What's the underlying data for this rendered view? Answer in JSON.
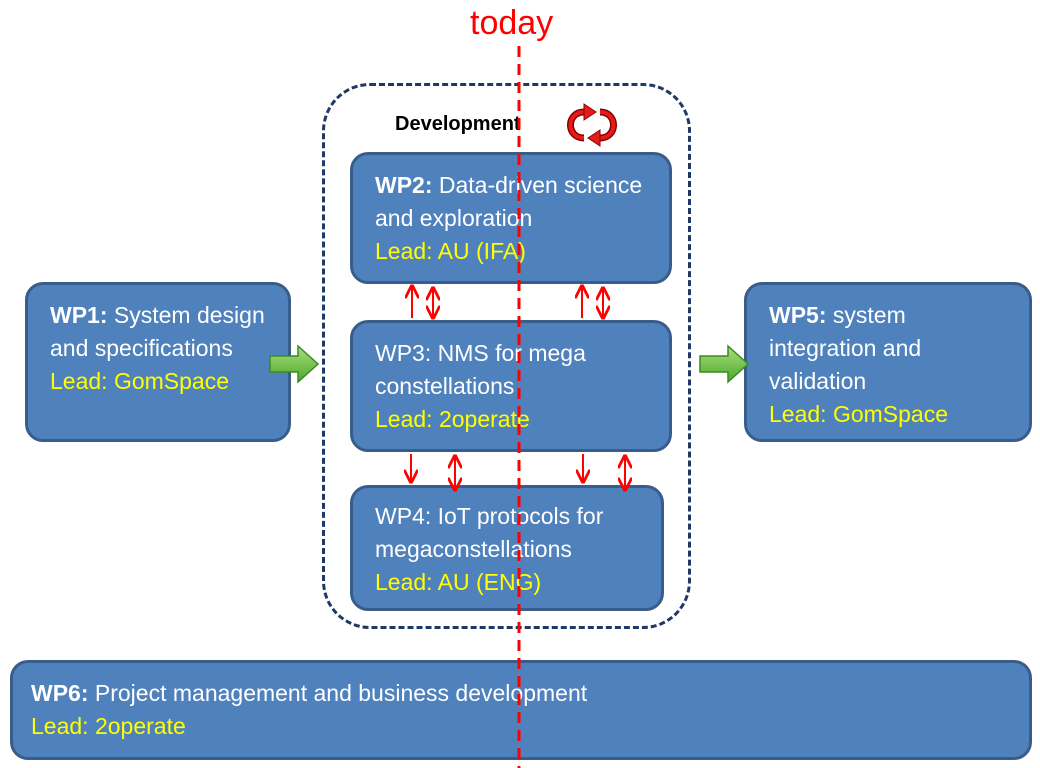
{
  "today": "today",
  "development": "Development",
  "wp1": {
    "code": "WP1:",
    "title": "System design and specifications",
    "lead": "Lead: GomSpace"
  },
  "wp2": {
    "code": "WP2:",
    "title": "Data-driven science and exploration",
    "lead": "Lead: AU (IFA)"
  },
  "wp3": {
    "code": "WP3:",
    "title": "NMS for mega constellations",
    "lead": "Lead: 2operate"
  },
  "wp4": {
    "code": "WP4:",
    "title": "IoT protocols for megaconstellations",
    "lead": "Lead: AU (ENG)"
  },
  "wp5": {
    "code": "WP5:",
    "title": "system integration and validation",
    "lead": "Lead: GomSpace"
  },
  "wp6": {
    "code": "WP6:",
    "title": "Project management and business development",
    "lead": "Lead: 2operate"
  },
  "colors": {
    "box": "#4f81bd",
    "border": "#385d8a",
    "lead": "#ffff00",
    "today": "#ff0000",
    "arrow": "#ff0000",
    "flow": "#70c040"
  }
}
